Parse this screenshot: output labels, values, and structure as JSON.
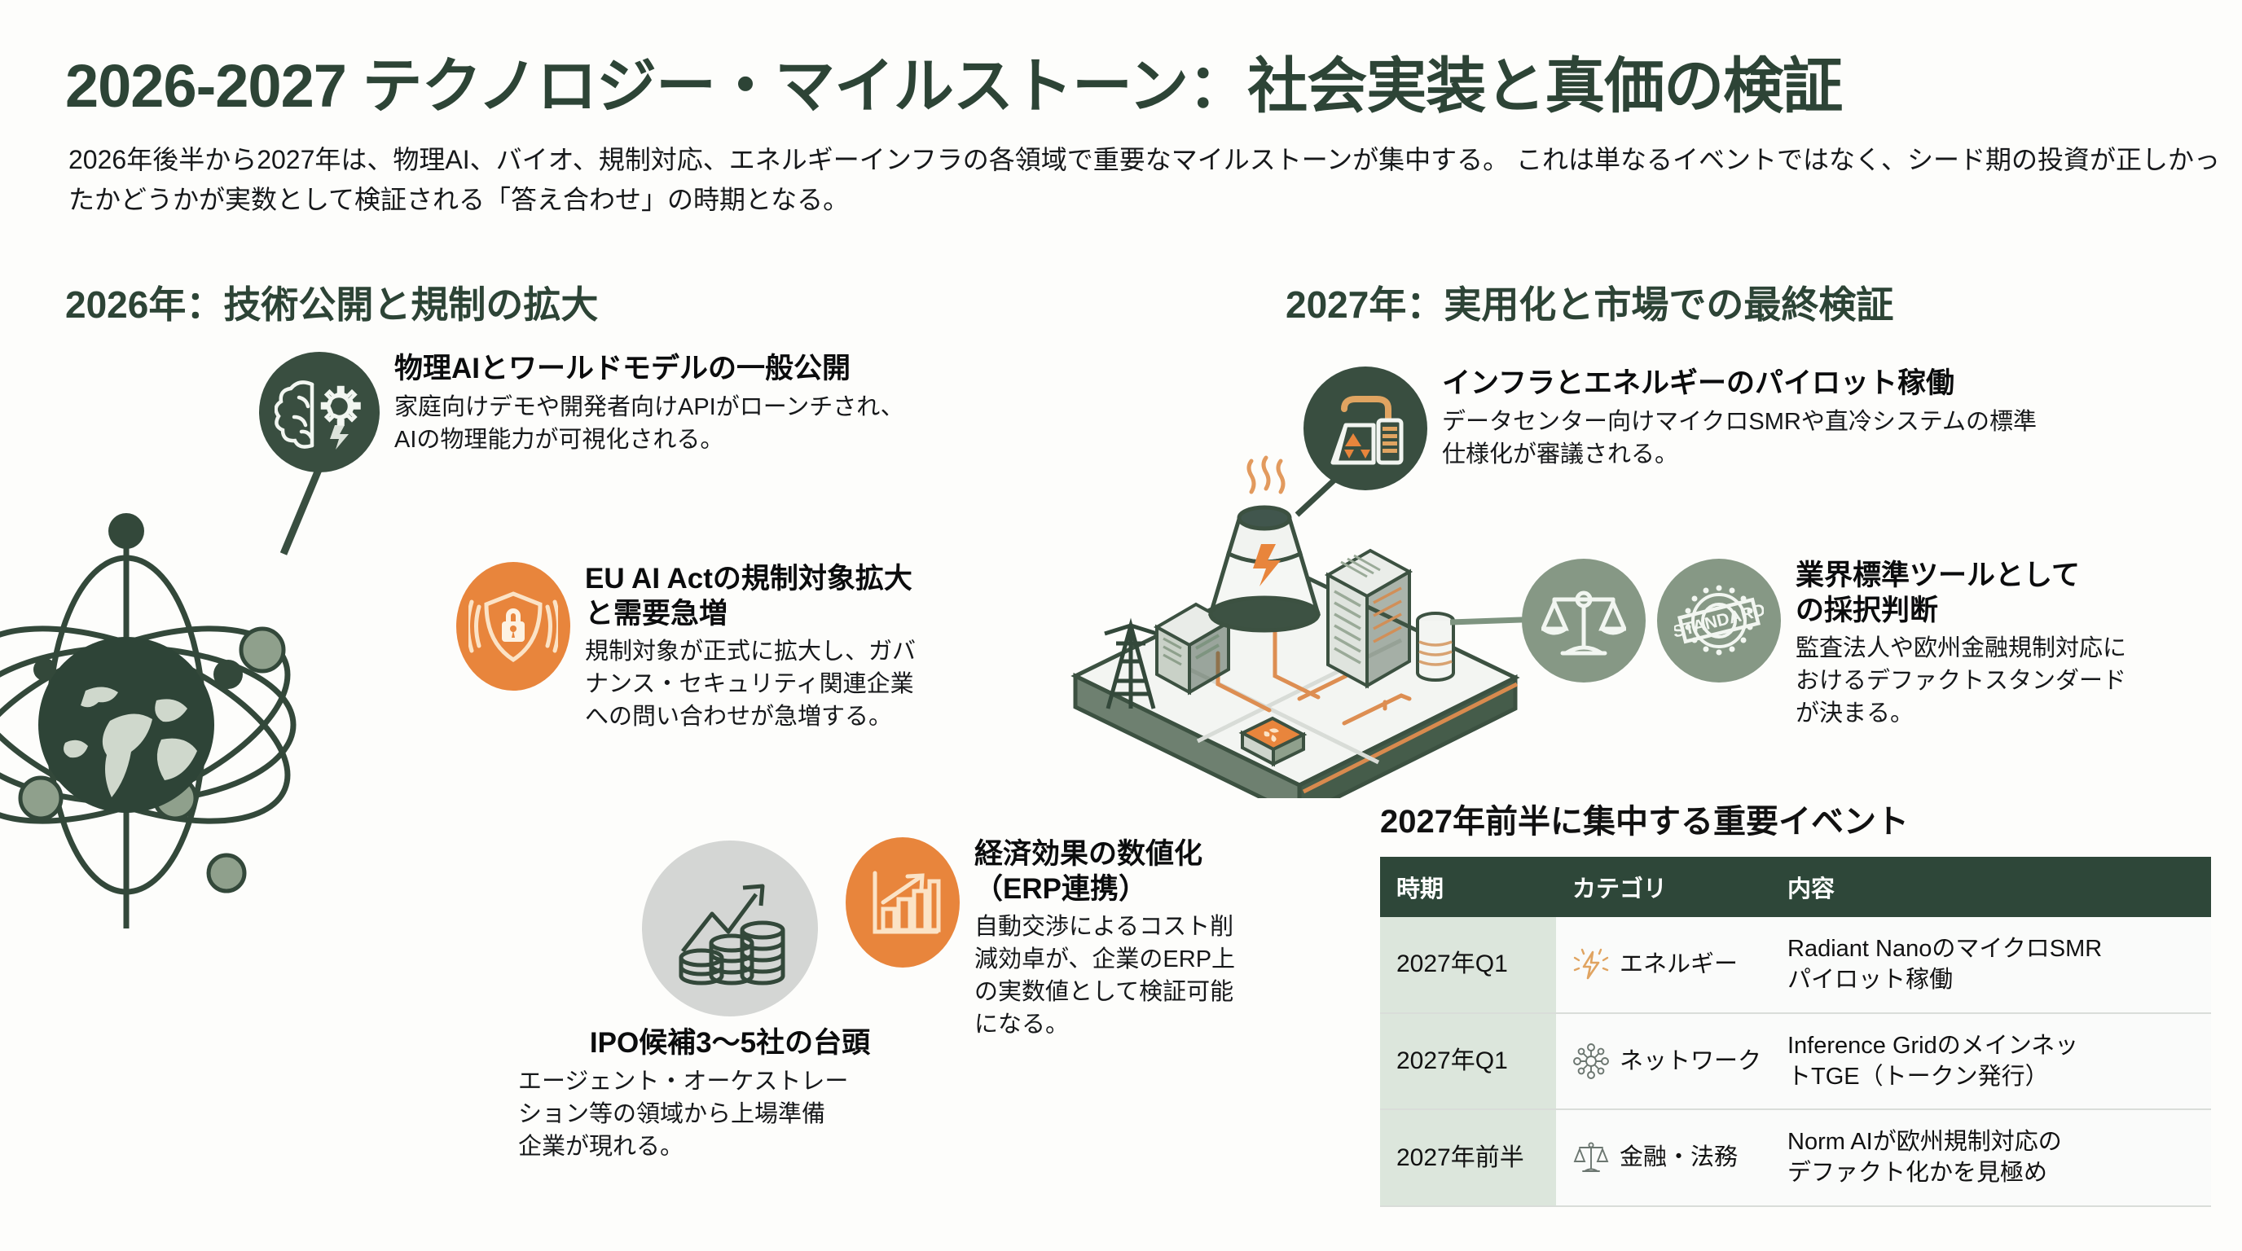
{
  "header": {
    "title": "2026-2027 テクノロジー・マイルストーン：社会実装と真価の検証",
    "subtitle": "2026年後半から2027年は、物理AI、バイオ、規制対応、エネルギーインフラの各領域で重要なマイルストーンが集中する。\nこれは単なるイベントではなく、シード期の投資が正しかったかどうかが実数として検証される「答え合わせ」の時期となる。"
  },
  "sections": {
    "left_heading": "2026年：技術公開と規制の拡大",
    "right_heading": "2027年：実用化と市場での最終検証"
  },
  "callouts": {
    "physical_ai": {
      "title": "物理AIとワールドモデルの一般公開",
      "body": "家庭向けデモや開発者向けAPIがローンチされ、\nAIの物理能力が可視化される。",
      "icon": "brain-gear-icon",
      "badge_color": "#394E40"
    },
    "eu_ai_act": {
      "title": "EU AI Actの規制対象拡大\nと需要急増",
      "body": "規制対象が正式に拡大し、ガバ\nナンス・セキュリティ関連企業\nへの問い合わせが急増する。",
      "icon": "shield-lock-icon",
      "badge_color": "#E8853C"
    },
    "ipo": {
      "title": "IPO候補3〜5社の台頭",
      "body": "エージェント・オーケストレー\nション等の領域から上場準備\n企業が現れる。",
      "icon": "coins-growth-icon",
      "badge_color": "#D4D6D4"
    },
    "erp": {
      "title": "経済効果の数値化\n（ERP連携）",
      "body": "自動交渉によるコスト削\n減効卓が、企業のERP上\nの実数値として検証可能\nになる。",
      "icon": "bar-chart-up-icon",
      "badge_color": "#E8853C"
    },
    "infra": {
      "title": "インフラとエネルギーのパイロット稼働",
      "body": "データセンター向けマイクロSMRや直冷システムの標準\n仕様化が審議される。",
      "icon": "nuclear-plant-icon",
      "badge_color": "#394E40"
    },
    "standard": {
      "title": "業界標準ツールとして\nの採択判断",
      "body": "監査法人や欧州金融規制対応に\nおけるデファクトスタンダード\nが決まる。",
      "icon_1": "scales-icon",
      "icon_2": "standard-stamp-icon",
      "badge_label": "STANDARD",
      "badge_color": "#869885"
    }
  },
  "table": {
    "title": "2027年前半に集中する重要イベント",
    "columns": [
      "時期",
      "カテゴリ",
      "内容"
    ],
    "rows": [
      {
        "period": "2027年Q1",
        "category": "エネルギー",
        "category_icon": "lightning-bolt-icon",
        "content": "Radiant NanoのマイクロSMR\nパイロット稼働"
      },
      {
        "period": "2027年Q1",
        "category": "ネットワーク",
        "category_icon": "network-node-icon",
        "content": "Inference Gridのメインネッ\nトTGE（トークン発行）"
      },
      {
        "period": "2027年前半",
        "category": "金融・法務",
        "category_icon": "scales-icon",
        "content": "Norm AIが欧州規制対応の\nデファクト化かを見極め"
      }
    ],
    "header_bg": "#2E4739",
    "period_bg": "#DCE6DC"
  },
  "illustrations": {
    "left": "atom-globe-illustration",
    "center_right": "isometric-energy-infrastructure-illustration"
  },
  "theme": {
    "dark_green": "#2D4436",
    "sage_green": "#869885",
    "orange": "#E8853C",
    "light_gray": "#D4D6D4",
    "background": "#FDFDFB"
  }
}
